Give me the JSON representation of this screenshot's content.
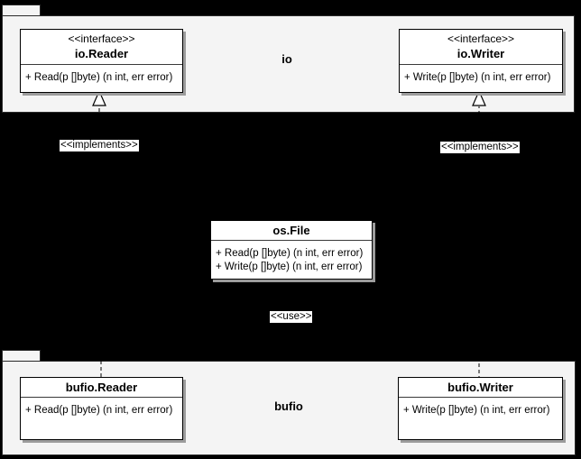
{
  "packages": [
    {
      "label": "io"
    },
    {
      "label": "bufio"
    }
  ],
  "classes": [
    {
      "stereotype": "<<interface>>",
      "name": "io.Reader",
      "methods": [
        "+ Read(p []byte) (n int, err error)"
      ]
    },
    {
      "stereotype": "<<interface>>",
      "name": "io.Writer",
      "methods": [
        "+ Write(p []byte) (n int, err error)"
      ]
    },
    {
      "name": "os.File",
      "methods": [
        "+ Read(p []byte) (n int, err error)",
        "+ Write(p []byte) (n int, err error)"
      ]
    },
    {
      "name": "bufio.Reader",
      "methods": [
        "+ Read(p []byte) (n int, err error)"
      ]
    },
    {
      "name": "bufio.Writer",
      "methods": [
        "+ Write(p []byte) (n int, err error)"
      ]
    }
  ],
  "relationships": {
    "implements_left_label": "<<implements>>",
    "implements_right_label": "<<implements>>",
    "use_label": "<<use>>"
  },
  "colors": {
    "background": "#000000",
    "package_fill": "#f4f4f4",
    "package_border": "#2a2a2a",
    "class_fill": "#ffffff",
    "class_border": "#000000",
    "class_shadow": "#9c9c9c",
    "label_background": "#ffffff",
    "text": "#000000"
  }
}
